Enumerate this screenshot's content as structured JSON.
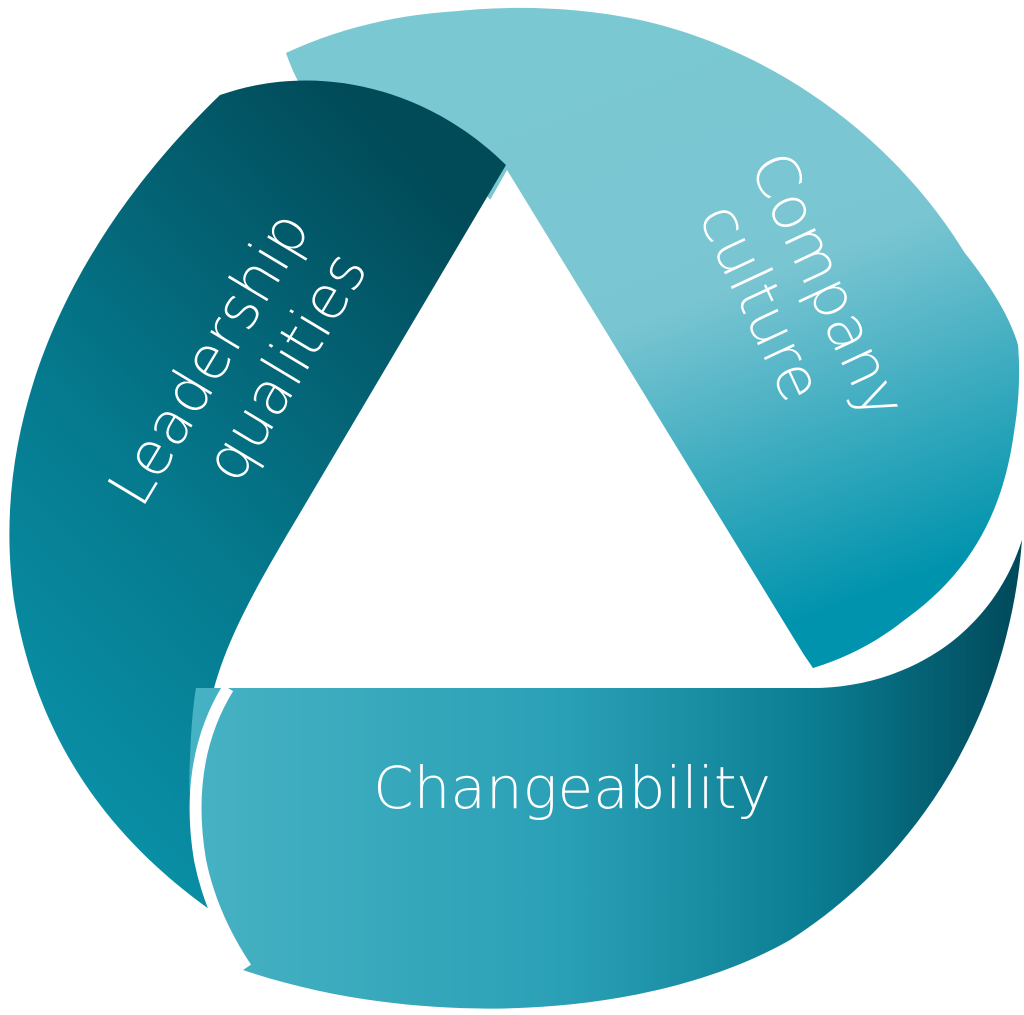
{
  "diagram": {
    "type": "cycle",
    "shape": "circle divided into three curved ribbon segments around a white central triangle",
    "segments": [
      {
        "id": "leadership",
        "lines": [
          "Leadership",
          "qualities"
        ],
        "position": "left",
        "colors": {
          "dark": "#014a58",
          "light": "#0a8fa6"
        }
      },
      {
        "id": "company",
        "lines": [
          "Company",
          "culture"
        ],
        "position": "upper-right",
        "colors": {
          "light": "#7fc8d2",
          "dark": "#0093ad"
        }
      },
      {
        "id": "changeability",
        "lines": [
          "Changeability"
        ],
        "position": "bottom",
        "colors": {
          "light": "#45b0c2",
          "dark": "#014a58"
        }
      }
    ],
    "center": "white triangle",
    "background": "#ffffff"
  }
}
